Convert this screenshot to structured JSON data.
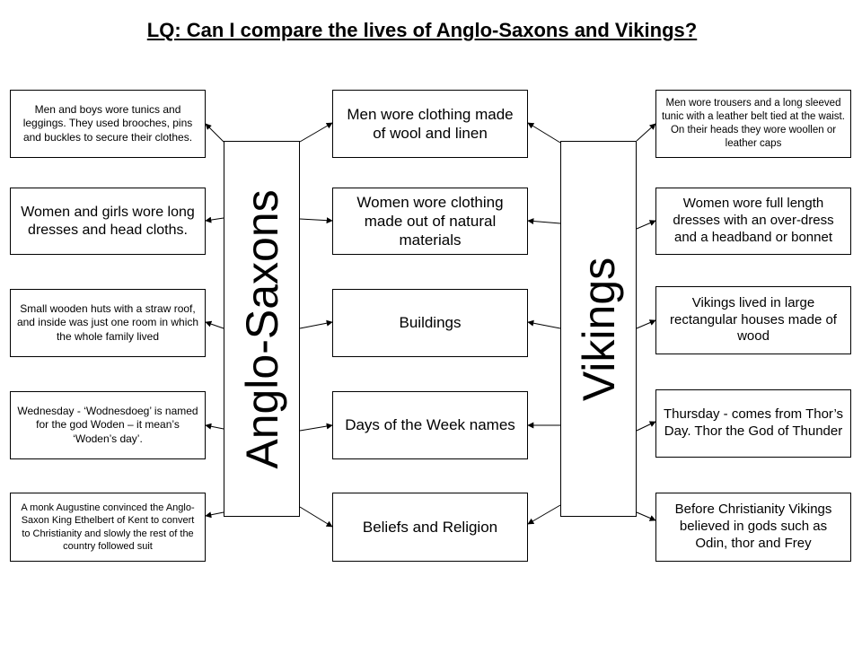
{
  "title": "LQ: Can I compare the lives of Anglo-Saxons and Vikings?",
  "left_column_label": "Anglo-Saxons",
  "right_column_label": "Vikings",
  "center": [
    "Men wore clothing made of wool and linen",
    "Women wore clothing made out of natural materials",
    "Buildings",
    "Days of the Week names",
    "Beliefs and Religion"
  ],
  "anglo_saxons": [
    "Men and boys wore tunics and leggings. They used brooches, pins and buckles to secure their clothes.",
    "Women and girls wore long dresses and head cloths.",
    "Small wooden huts with a straw roof, and inside was just one room in which the whole family lived",
    "Wednesday - ‘Wodnesdoeg’ is named for the god Woden – it mean’s ‘Woden’s day’.",
    "A monk Augustine convinced the Anglo-Saxon King Ethelbert of Kent to convert to Christianity and slowly the rest of the country followed suit"
  ],
  "vikings": [
    "Men wore trousers and a long sleeved tunic with a leather belt tied at the waist. On their heads they wore woollen or leather caps",
    "Women wore full length dresses with an over-dress and a headband or bonnet",
    "Vikings lived in large rectangular houses made of wood",
    "Thursday - comes from Thor’s Day. Thor the God of Thunder",
    "Before Christianity Vikings believed in gods such as Odin, thor and Frey"
  ]
}
